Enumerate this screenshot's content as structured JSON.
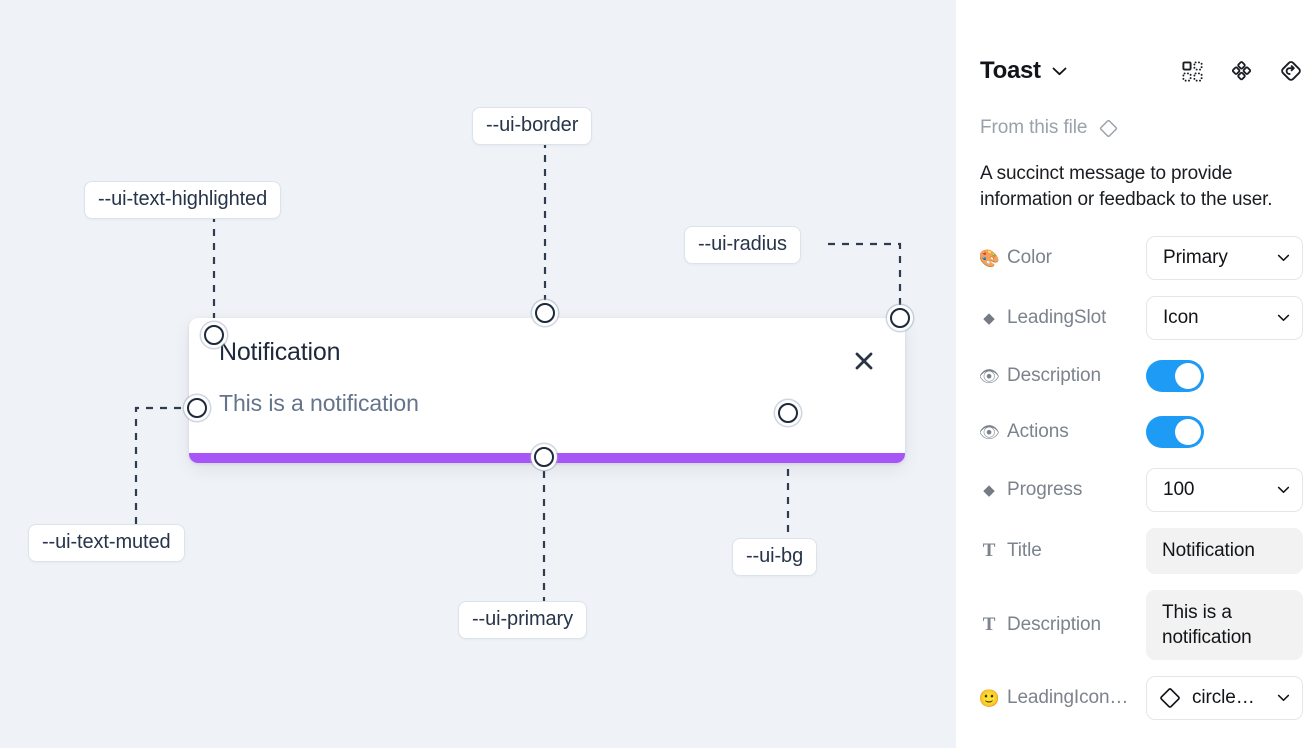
{
  "canvas": {
    "background_color": "#eff2f7",
    "toast": {
      "title": "Notification",
      "description": "This is a notification",
      "close_icon": "close-x-icon",
      "progress_color": "#a855f7",
      "background_color": "#ffffff"
    },
    "token_labels": [
      {
        "id": "text-highlighted",
        "text": "--ui-text-highlighted"
      },
      {
        "id": "border",
        "text": "--ui-border"
      },
      {
        "id": "radius",
        "text": "--ui-radius"
      },
      {
        "id": "text-muted",
        "text": "--ui-text-muted"
      },
      {
        "id": "bg",
        "text": "--ui-bg"
      },
      {
        "id": "primary",
        "text": "--ui-primary"
      }
    ]
  },
  "panel": {
    "title": "Toast",
    "title_chevron_icon": "chevron-down-icon",
    "header_icons": [
      {
        "name": "variants-grid-icon"
      },
      {
        "name": "component-diamonds-icon"
      },
      {
        "name": "reset-instance-icon"
      }
    ],
    "from_this_file": {
      "label": "From this file",
      "icon": "diamond-outline-icon"
    },
    "description": "A succinct message to provide information or feedback to the user.",
    "properties": [
      {
        "id": "color",
        "icon": "🎨",
        "icon_name": "palette-emoji-icon",
        "icon_kind": "emoji",
        "label": "Color",
        "control": "select",
        "value": "Primary"
      },
      {
        "id": "leadingslot",
        "icon": "◆",
        "icon_name": "diamond-filled-icon",
        "icon_kind": "diamond",
        "label": "LeadingSlot",
        "control": "select",
        "value": "Icon"
      },
      {
        "id": "description",
        "icon": "👁",
        "icon_name": "eye-emoji-icon",
        "icon_kind": "emoji",
        "label": "Description",
        "control": "toggle",
        "value": "on"
      },
      {
        "id": "actions",
        "icon": "👁",
        "icon_name": "eye-emoji-icon",
        "icon_kind": "emoji",
        "label": "Actions",
        "control": "toggle",
        "value": "on"
      },
      {
        "id": "progress",
        "icon": "◆",
        "icon_name": "diamond-filled-icon",
        "icon_kind": "diamond",
        "label": "Progress",
        "control": "select",
        "value": "100"
      },
      {
        "id": "title",
        "icon": "T",
        "icon_name": "text-t-icon",
        "icon_kind": "tglyph",
        "label": "Title",
        "control": "text",
        "value": "Notification"
      },
      {
        "id": "desc-text",
        "icon": "T",
        "icon_name": "text-t-icon",
        "icon_kind": "tglyph",
        "label": "Description",
        "control": "text2",
        "value": "This is a notification"
      },
      {
        "id": "leadingicon",
        "icon": "🙂",
        "icon_name": "smiley-emoji-icon",
        "icon_kind": "emoji",
        "label": "LeadingIcon…",
        "control": "iconselect",
        "value": "circle…"
      }
    ],
    "toggle_on_color": "#1e9bf5",
    "field_fill_color": "#f2f2f2"
  }
}
